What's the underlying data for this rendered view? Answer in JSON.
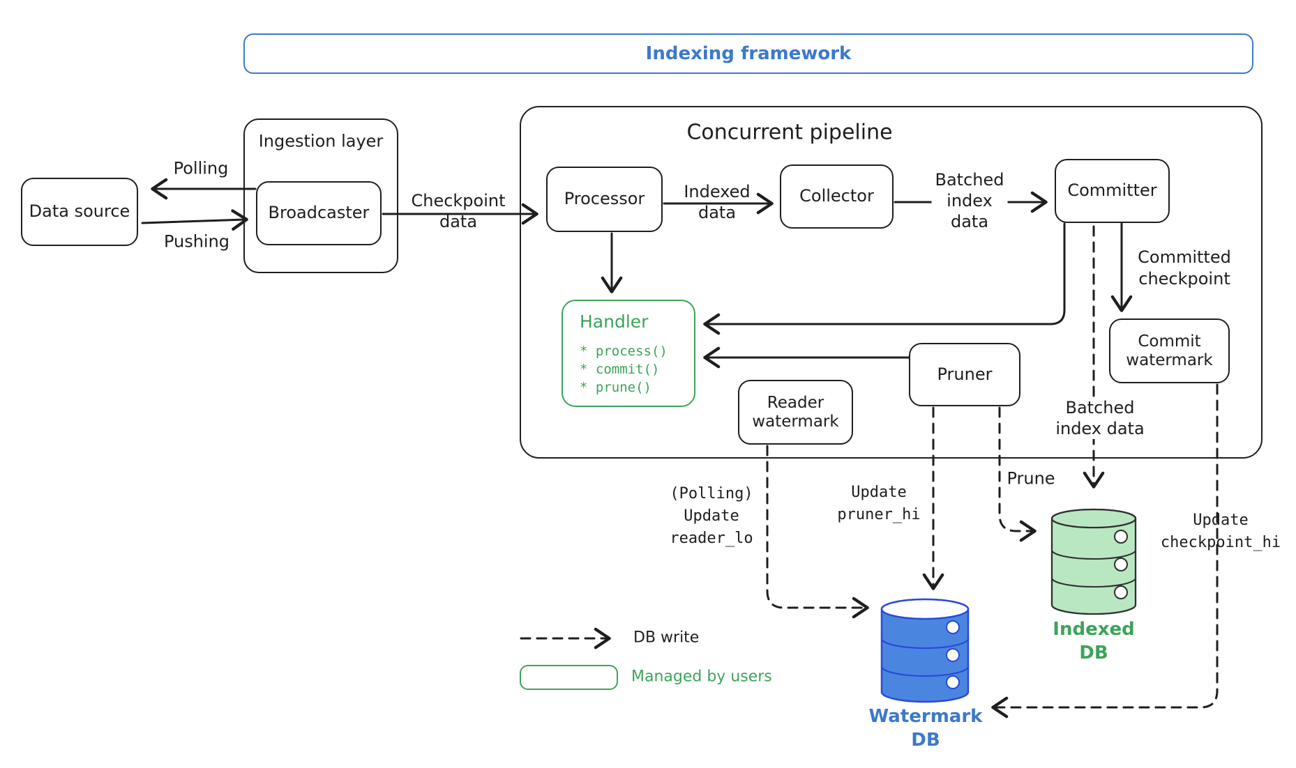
{
  "colors": {
    "ink": "#1e1e1e",
    "blue": "#3b79cc",
    "blue_fill": "#4a86e0",
    "blue_stroke": "#2a49da",
    "green": "#3ba458",
    "green_fill": "#b9e7c2",
    "green_stroke": "#2f2f2f"
  },
  "framework": {
    "title": "Indexing framework"
  },
  "ingestion": {
    "title": "Ingestion layer",
    "broadcaster": "Broadcaster"
  },
  "data_source": {
    "label": "Data source"
  },
  "pipeline": {
    "title": "Concurrent pipeline",
    "processor": "Processor",
    "collector": "Collector",
    "committer": "Committer",
    "pruner": "Pruner",
    "reader_watermark": "Reader\nwatermark",
    "commit_watermark": "Commit\nwatermark"
  },
  "handler": {
    "title": "Handler",
    "methods": [
      "* process()",
      "* commit()",
      "* prune()"
    ]
  },
  "edges": {
    "polling": "Polling",
    "pushing": "Pushing",
    "checkpoint_data": "Checkpoint\ndata",
    "indexed_data": "Indexed\ndata",
    "batched_index_data_top": "Batched\nindex\ndata",
    "committed_checkpoint": "Committed\ncheckpoint",
    "prune": "Prune",
    "batched_index_data_bottom": "Batched\nindex data",
    "update_reader_lo": "(Polling)\nUpdate\nreader_lo",
    "update_pruner_hi": "Update\npruner_hi",
    "update_checkpoint_hi": "Update\ncheckpoint_hi"
  },
  "databases": {
    "watermark": "Watermark\nDB",
    "indexed": "Indexed\nDB"
  },
  "legend": {
    "db_write": "DB write",
    "managed_by_users": "Managed by users"
  }
}
